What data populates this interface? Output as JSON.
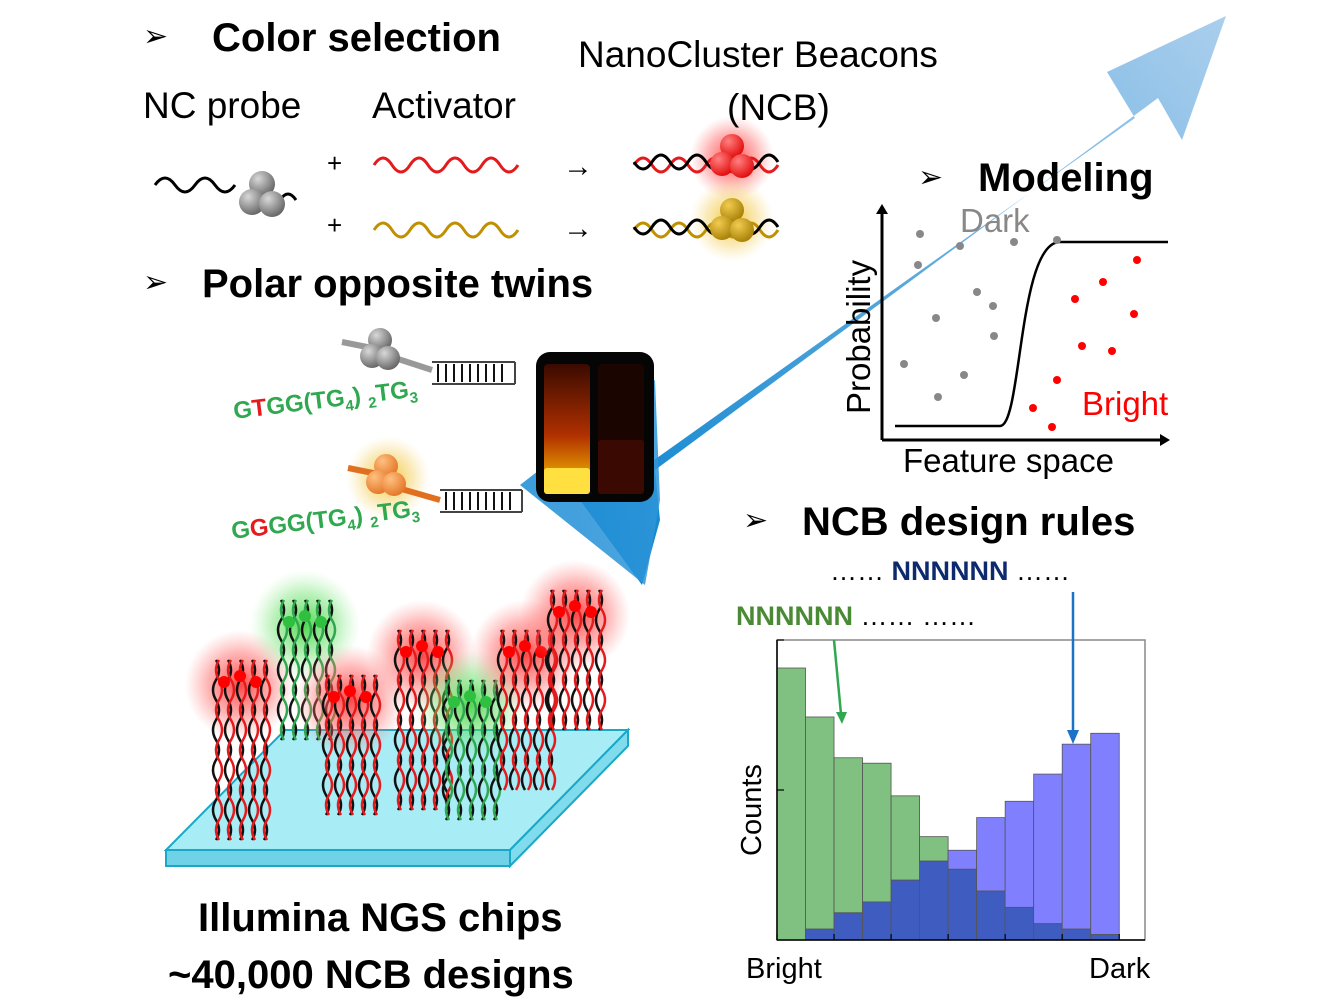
{
  "bullet_glyph": "➢",
  "sections": {
    "color_selection": "Color selection",
    "polar_twins": "Polar opposite twins",
    "modeling": "Modeling",
    "design_rules": "NCB design rules"
  },
  "color_selection": {
    "nc_probe": "NC probe",
    "activator": "Activator",
    "ncb_line1": "NanoCluster Beacons",
    "ncb_line2": "(NCB)",
    "plus": "+",
    "arrow": "→"
  },
  "twins": {
    "seq1": {
      "pre": "G",
      "mut": "T",
      "post": "GG(TG",
      "s1": "4",
      "mid": ") ",
      "s2": "2",
      "end": "TG",
      "s3": "3"
    },
    "seq2": {
      "pre": "G",
      "mut": "G",
      "post": "GG(TG",
      "s1": "4",
      "mid": ") ",
      "s2": "2",
      "end": "TG",
      "s3": "3"
    }
  },
  "modeling": {
    "ylabel": "Probability",
    "xlabel": "Feature space",
    "dark": "Dark",
    "bright": "Bright"
  },
  "illumina": {
    "line1": "Illumina NGS chips",
    "line2": "~40,000 NCB designs"
  },
  "design_rules": {
    "seq_top_left": "…… ",
    "seq_top_motif": "NNNNNN",
    "seq_top_right": " ……",
    "seq_mid_motif": "NNNNNN",
    "seq_mid_right": " …… ……"
  },
  "colors": {
    "green_text": "#2fa84f",
    "red_text": "#e41a1c",
    "dark_blue": "#0d2a6e",
    "green_motif": "#4a8a34",
    "gray": "#888888",
    "red": "#ff0000",
    "arrow_blue": "#3d9ad6"
  },
  "chart_data": {
    "type": "bar",
    "xlabel": "",
    "ylabel": "Counts",
    "x_tick_labels": [
      "Bright",
      "Dark"
    ],
    "n_bins": 12,
    "ylim": [
      0,
      100
    ],
    "series": [
      {
        "values": [
          100,
          82,
          67,
          65,
          53,
          38,
          26,
          18,
          12,
          6,
          4,
          2
        ],
        "color": "#80c080"
      },
      {
        "values": [
          0,
          4,
          10,
          14,
          22,
          29,
          33,
          45,
          51,
          61,
          72,
          76
        ],
        "color": "#8080ff"
      }
    ],
    "overlap_color": "#3f5cc0"
  }
}
